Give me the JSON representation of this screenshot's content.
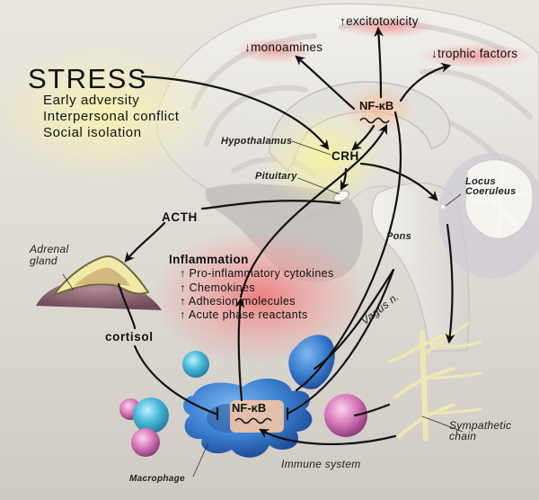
{
  "stress": {
    "title": "STRESS",
    "sources": [
      "Early adversity",
      "Interpersonal conflict",
      "Social isolation"
    ]
  },
  "brain_effects": {
    "monoamines": {
      "direction": "↓",
      "label": "monoamines"
    },
    "excitotoxicity": {
      "direction": "↑",
      "label": "excitotoxicity"
    },
    "trophic_factors": {
      "direction": "↓",
      "label": "trophic factors"
    }
  },
  "nodes": {
    "nfkb_brain": "NF-κB",
    "crh": "CRH",
    "acth": "ACTH",
    "cortisol": "cortisol",
    "nfkb_macrophage": "NF-κB"
  },
  "anatomy": {
    "hypothalamus": "Hypothalamus",
    "pituitary": "Pituitary",
    "locus_coeruleus_1": "Locus",
    "locus_coeruleus_2": "Coeruleus",
    "pons": "Pons",
    "adrenal_1": "Adrenal",
    "adrenal_2": "gland",
    "vagus": "Vagus n.",
    "sympathetic_1": "Sympathetic",
    "sympathetic_2": "chain",
    "macrophage": "Macrophage",
    "immune_system": "Immune system"
  },
  "inflammation": {
    "title": "Inflammation",
    "items": [
      {
        "direction": "↑",
        "label": "Pro-inflammatory cytokines"
      },
      {
        "direction": "↑",
        "label": "Chemokines"
      },
      {
        "direction": "↑",
        "label": "Adhesion molecules"
      },
      {
        "direction": "↑",
        "label": "Acute phase reactants"
      }
    ]
  },
  "colors": {
    "background": "#e2ded8",
    "brain": "#ebe9e4",
    "stress_glow": "#f3efb0",
    "inflammation_glow": "#f08a8a",
    "nfkb_glow": "#f6c9a6",
    "macrophage": "#3f86d6",
    "pink_cell": "#d777b8",
    "cyan_cell": "#3fb5d4",
    "nerve": "#ece8b4",
    "adrenal": "#eadc92",
    "arrow": "#111111"
  }
}
